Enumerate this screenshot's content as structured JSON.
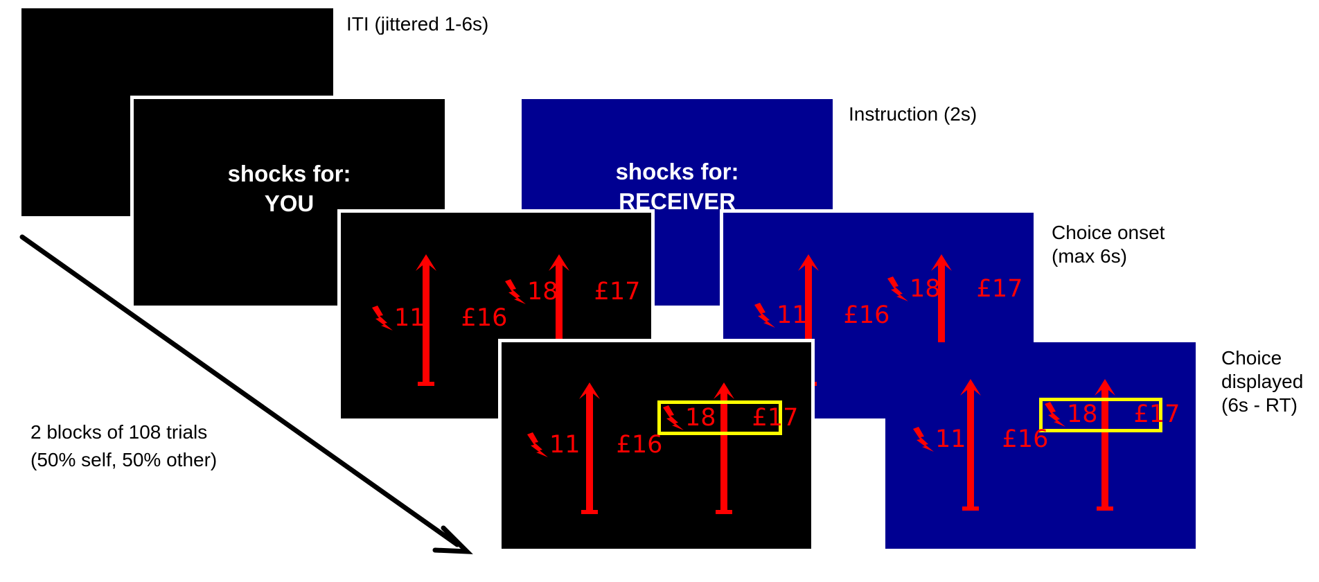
{
  "labels": {
    "iti": "ITI (jittered 1-6s)",
    "instruction": "Instruction (2s)",
    "choice_onset_line1": "Choice onset",
    "choice_onset_line2": "(max 6s)",
    "choice_displayed_line1": "Choice",
    "choice_displayed_line2": "displayed",
    "choice_displayed_line3": "(6s - RT)",
    "blocks_line1": "2 blocks of 108 trials",
    "blocks_line2": "(50% self, 50% other)"
  },
  "instruction_self": {
    "line1": "shocks for:",
    "line2": "YOU"
  },
  "instruction_other": {
    "line1": "shocks for:",
    "line2": "RECEIVER"
  },
  "options": {
    "left": {
      "shocks": "11",
      "money": "£16"
    },
    "right": {
      "shocks": "18",
      "money": "£17"
    }
  },
  "icons": {
    "shock": "lightning-bolt-icon",
    "timeline": "arrow-icon"
  },
  "colors": {
    "self_background": "#000000",
    "other_background": "#000091",
    "option_red": "#ff0000",
    "selection_yellow": "#ffff00"
  }
}
